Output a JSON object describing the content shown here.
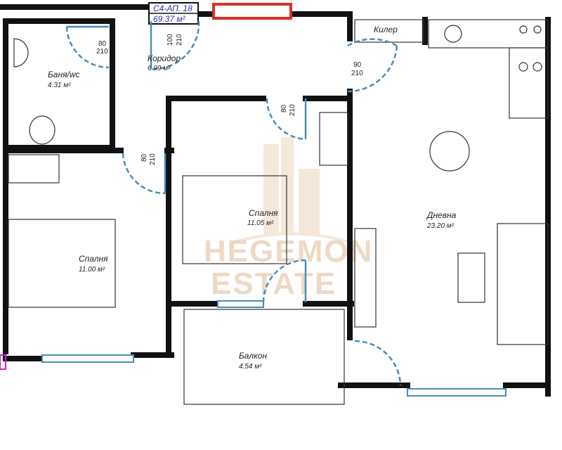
{
  "plan": {
    "apartment_label": "С4-АП. 18",
    "apartment_area": "69.37 м²",
    "watermark": [
      "HEGEMON",
      "ESTATE"
    ],
    "rooms": [
      {
        "name": "Баня/wc",
        "area": "4.31 м²"
      },
      {
        "name": "Коридор",
        "area": "6.99 м²"
      },
      {
        "name": "Килер",
        "area": ""
      },
      {
        "name": "Спалня",
        "area": "11.05 м²"
      },
      {
        "name": "Спалня",
        "area": "11.00 м²"
      },
      {
        "name": "Дневна",
        "area": "23.20 м²"
      },
      {
        "name": "Балкон",
        "area": "4.54 м²"
      }
    ],
    "doors": [
      {
        "w": "80",
        "h": "210"
      },
      {
        "w": "100",
        "h": "210"
      },
      {
        "w": "90",
        "h": "210"
      },
      {
        "w": "80",
        "h": "210"
      },
      {
        "w": "80",
        "h": "210"
      }
    ],
    "colors": {
      "wall": "#111111",
      "door": "#4a8db5",
      "entry_window": "#d9302a",
      "label": "#2b2bb5",
      "watermark": "#e6cdb3"
    }
  }
}
